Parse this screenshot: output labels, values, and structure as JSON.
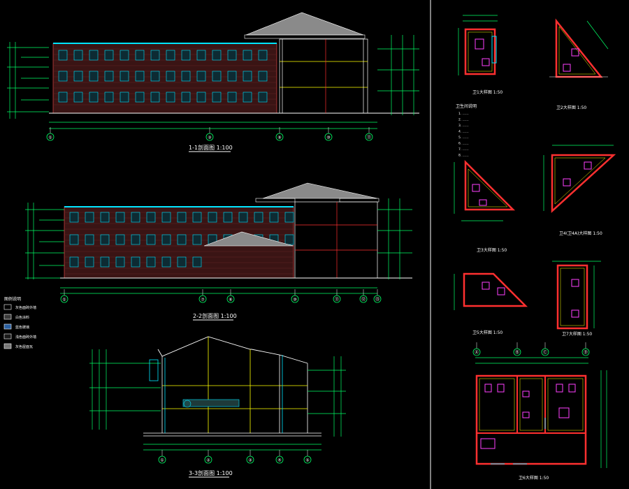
{
  "drawing": {
    "background": "#000000",
    "colors": {
      "dim": "#00ff66",
      "axis": "#ffffff",
      "roof": "#9a9a9a",
      "window": "#00e5ff",
      "wall_red": "#ff3030",
      "fixture": "#ff40ff",
      "cyan": "#00e5ff",
      "yellow": "#ffff00",
      "line": "#ffffff"
    },
    "sections": {
      "s1": {
        "title": "1-1剖面图  1:100"
      },
      "s2": {
        "title": "2-2剖面图  1:100"
      },
      "s3": {
        "title": "3-3剖面图  1:100"
      }
    },
    "details": [
      {
        "key": "d1",
        "title": "卫1大样图  1:50"
      },
      {
        "key": "d2",
        "title": "卫2大样图  1:50"
      },
      {
        "key": "d3",
        "title": "卫3大样图  1:50"
      },
      {
        "key": "d4",
        "title": "卫4(卫4A)大样图  1:50"
      },
      {
        "key": "d5",
        "title": "卫5大样图  1:50"
      },
      {
        "key": "d7",
        "title": "卫7大样图  1:50"
      },
      {
        "key": "d6",
        "title": "卫6大样图  1:50"
      }
    ],
    "notes": {
      "title": "卫生间说明",
      "items": [
        "1. ……",
        "2. ……",
        "3. ……",
        "4. ……",
        "5. ……",
        "6. ……",
        "7. ……",
        "8. ……"
      ]
    },
    "legend": {
      "title": "图例说明",
      "items": [
        {
          "label": "灰色面砖外墙",
          "swatch": "#000000"
        },
        {
          "label": "白色涂料",
          "swatch": "#3a3a3a"
        },
        {
          "label": "蓝色玻璃",
          "swatch": "#2a5fa0"
        },
        {
          "label": "浅色面砖外墙",
          "swatch": "#1a1a1a"
        },
        {
          "label": "灰色屋面瓦",
          "swatch": "#777777"
        }
      ]
    },
    "axis_labels": {
      "s1": [
        "①",
        "③",
        "⑨",
        "⑩",
        "⑪"
      ],
      "s2": [
        "①",
        "⑦",
        "⑧",
        "⑩",
        "⑪",
        "⑫",
        "⑬"
      ],
      "s3": [
        "①",
        "②",
        "③",
        "④",
        "⑤"
      ],
      "d6": [
        "Ⓐ",
        "Ⓑ",
        "Ⓒ",
        "Ⓓ"
      ]
    }
  }
}
